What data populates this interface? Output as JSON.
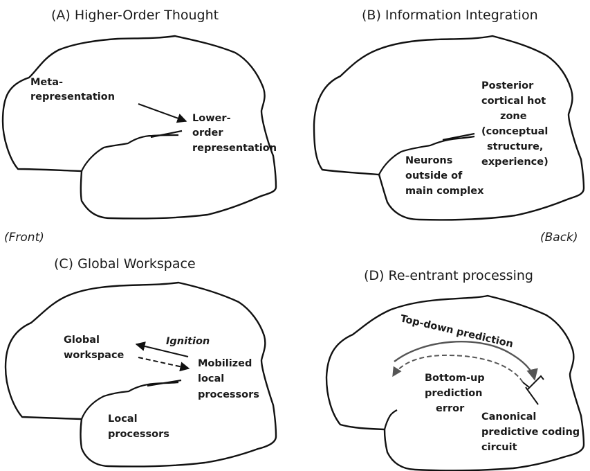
{
  "panels": {
    "a": {
      "title": "(A) Higher-Order Thought",
      "meta_1": "Meta-",
      "meta_2": "representation",
      "lower_1": "Lower-",
      "lower_2": "order",
      "lower_3": "representation"
    },
    "b": {
      "title": "(B) Information Integration",
      "hot_1": "Posterior",
      "hot_2": "cortical hot",
      "hot_3": "zone",
      "hot_4": "(conceptual",
      "hot_5": "structure,",
      "hot_6": "experience)",
      "neurons_1": "Neurons",
      "neurons_2": "outside of",
      "neurons_3": "main complex"
    },
    "c": {
      "title": "(C) Global Workspace",
      "global_1": "Global",
      "global_2": "workspace",
      "ignition": "Ignition",
      "mobilized_1": "Mobilized",
      "mobilized_2": "local",
      "mobilized_3": "processors",
      "local_1": "Local",
      "local_2": "processors"
    },
    "d": {
      "title": "(D) Re-entrant processing",
      "topdown": "Top-down prediction",
      "bottomup_1": "Bottom-up",
      "bottomup_2": "prediction",
      "bottomup_3": "error",
      "canonical_1": "Canonical",
      "canonical_2": "predictive coding",
      "canonical_3": "circuit"
    }
  },
  "orientation": {
    "front": "(Front)",
    "back": "(Back)"
  },
  "colors": {
    "outline": "#111111",
    "text": "#1a1a1a",
    "arrow_gray": "#555555"
  }
}
